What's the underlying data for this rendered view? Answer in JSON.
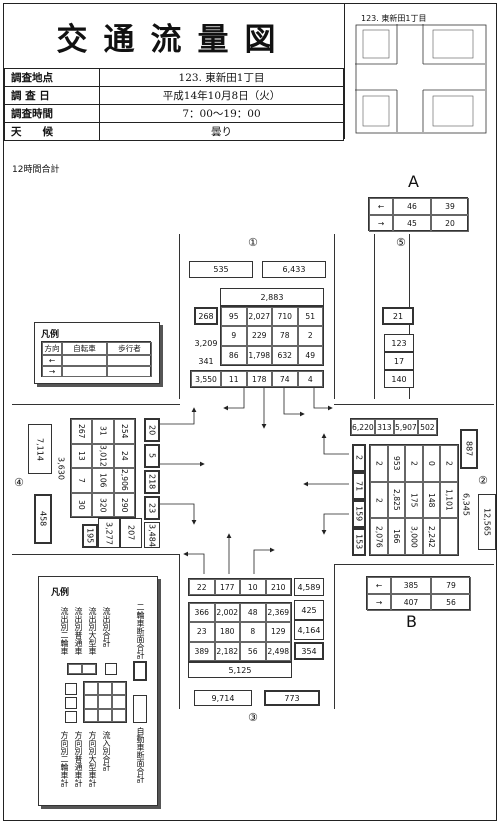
{
  "title": "交通流量図",
  "info": [
    {
      "key": "調査地点",
      "value": "123. 東新田1丁目"
    },
    {
      "key": "調 査 日",
      "value": "平成14年10月8日（火）"
    },
    {
      "key": "調査時間",
      "value": "7：00〜19：00"
    },
    {
      "key": "天　　候",
      "value": "曇り"
    }
  ],
  "subtitle": "12時間合計",
  "map": {
    "label": "123. 東新田1丁目"
  },
  "labels": {
    "A": "A",
    "B": "B",
    "c1": "①",
    "c2": "②",
    "c3": "③",
    "c4": "④",
    "c5": "⑤"
  },
  "sectionA": {
    "left_arrow": "←",
    "right_arrow": "→",
    "r1": [
      "46",
      "39"
    ],
    "r2": [
      "45",
      "20"
    ]
  },
  "sectionB": {
    "left_arrow": "←",
    "right_arrow": "→",
    "r1": [
      "385",
      "79"
    ],
    "r2": [
      "407",
      "56"
    ]
  },
  "north": {
    "top_left": "535",
    "top_right": "6,433",
    "total": "2,883",
    "left_box": "268",
    "right_box": "21",
    "grid": [
      [
        "95",
        "2,027",
        "710",
        "51"
      ],
      [
        "9",
        "229",
        "78",
        "2"
      ],
      [
        "86",
        "1,798",
        "632",
        "49"
      ]
    ],
    "left_col": [
      "3,209",
      "341"
    ],
    "right_col": [
      "123",
      "17",
      "140"
    ],
    "bottom": [
      "3,550",
      "11",
      "178",
      "74",
      "4"
    ]
  },
  "east": {
    "top": [
      "6,220",
      "313",
      "5,907",
      "502"
    ],
    "side_right": "887",
    "grid": [
      [
        "2",
        "953",
        "2",
        "0",
        "2"
      ],
      [
        "2",
        "2,825",
        "175",
        "148",
        "1,101"
      ],
      [
        "2,076",
        "166",
        "3,000",
        "2,242"
      ]
    ],
    "left_boxes": [
      "2",
      "71",
      "159",
      "153"
    ],
    "total": "6,345",
    "far_right": "12,565"
  },
  "west": {
    "side_left": "7,114",
    "side_left2": "458",
    "total": "3,630",
    "cols": [
      [
        "267",
        "13",
        "7",
        "30"
      ],
      [
        "31",
        "3,012",
        "106",
        "320"
      ],
      [
        "254",
        "24",
        "2,906",
        "290"
      ]
    ],
    "right_boxes": [
      "20",
      "5",
      "218",
      "23"
    ],
    "bottom": [
      "195",
      "3,277",
      "207",
      "3,484"
    ]
  },
  "south": {
    "top": [
      "22",
      "177",
      "10",
      "210",
      "4,589"
    ],
    "grid": [
      [
        "366",
        "2,002",
        "48",
        "2,369"
      ],
      [
        "23",
        "180",
        "8",
        "129"
      ],
      [
        "389",
        "2,182",
        "56",
        "2,498"
      ]
    ],
    "right_col": [
      "425",
      "4,164"
    ],
    "right_box": "354",
    "total": "5,125",
    "bottom_left": "9,714",
    "bottom_right": "773"
  },
  "legend_small": {
    "title": "凡例",
    "headers": [
      "方向",
      "自転車",
      "歩行者"
    ],
    "rows": [
      "←",
      "→"
    ]
  },
  "legend_big": {
    "title": "凡例",
    "left_texts": [
      "流出別二輪車",
      "流出別普通車",
      "流出別大型車",
      "流出別合計"
    ],
    "right_top": "二輪車断面合計",
    "bottom_texts": [
      "方向別二輪車計",
      "方向別普通車計",
      "方向別大型車計",
      "流入別合計"
    ],
    "right_bottom": "自動車断面合計"
  }
}
